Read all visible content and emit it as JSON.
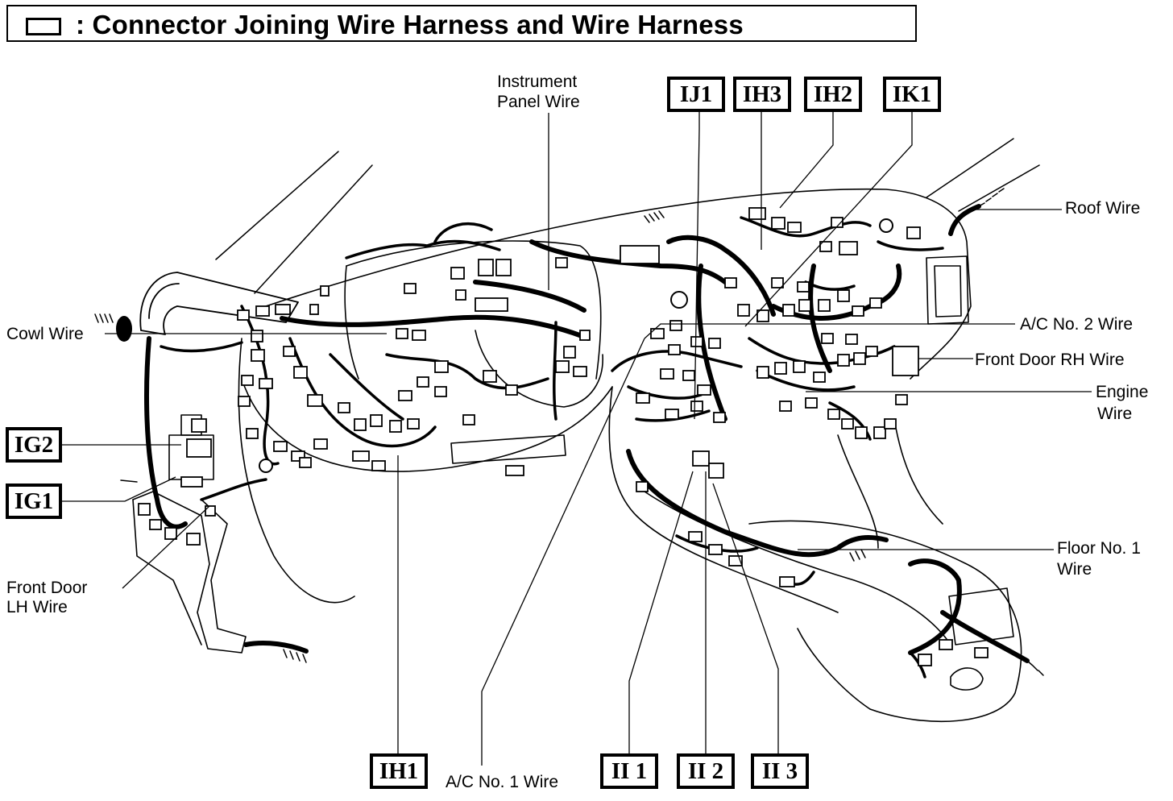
{
  "title": ": Connector Joining Wire Harness and Wire Harness",
  "connector_codes": {
    "ij1": "IJ1",
    "ih3": "IH3",
    "ih2": "IH2",
    "ik1": "IK1",
    "ig2": "IG2",
    "ig1": "IG1",
    "ih1": "IH1",
    "ii1": "II 1",
    "ii2": "II 2",
    "ii3": "II 3"
  },
  "wires": {
    "instrument_panel_line1": "Instrument",
    "instrument_panel_line2": "Panel Wire",
    "roof": "Roof Wire",
    "cowl": "Cowl Wire",
    "ac_no2": "A/C No. 2 Wire",
    "front_door_rh": "Front Door RH Wire",
    "engine_line1": "Engine",
    "engine_line2": "Wire",
    "floor_no1_line1": "Floor No. 1",
    "floor_no1_line2": "Wire",
    "front_door_lh_line1": "Front Door",
    "front_door_lh_line2": "LH Wire",
    "ac_no1": "A/C No. 1 Wire"
  }
}
